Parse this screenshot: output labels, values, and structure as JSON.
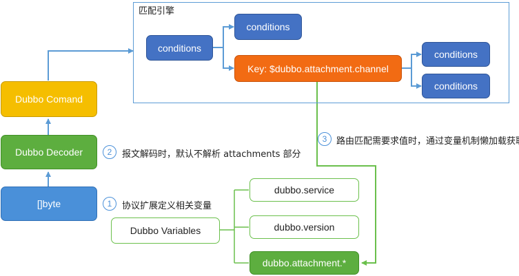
{
  "engine": {
    "title": "匹配引擎",
    "root_conditions": "conditions",
    "branch_conditions": "conditions",
    "key_node": "Key: $dubbo.attachment.channel",
    "sub_conditions_1": "conditions",
    "sub_conditions_2": "conditions"
  },
  "pipeline": {
    "command": "Dubbo Comand",
    "decoder": "Dubbo Decoder",
    "bytes": "[]byte"
  },
  "variables": {
    "group": "Dubbo Variables",
    "items": [
      "dubbo.service",
      "dubbo.version",
      "dubbo.attachment.*"
    ]
  },
  "notes": [
    {
      "num": "1",
      "text": "协议扩展定义相关变量"
    },
    {
      "num": "2",
      "text": "报文解码时，默认不解析 attachments 部分"
    },
    {
      "num": "3",
      "text": "路由匹配需要求值时，通过变量机制懒加载获取"
    }
  ],
  "colors": {
    "blue": "#4472c4",
    "green": "#5dae3f",
    "gold": "#f5be00",
    "light_blue": "#4a90d9",
    "orange": "#f26b13",
    "line_blue": "#5b9bd5",
    "line_green": "#6abf4b"
  }
}
